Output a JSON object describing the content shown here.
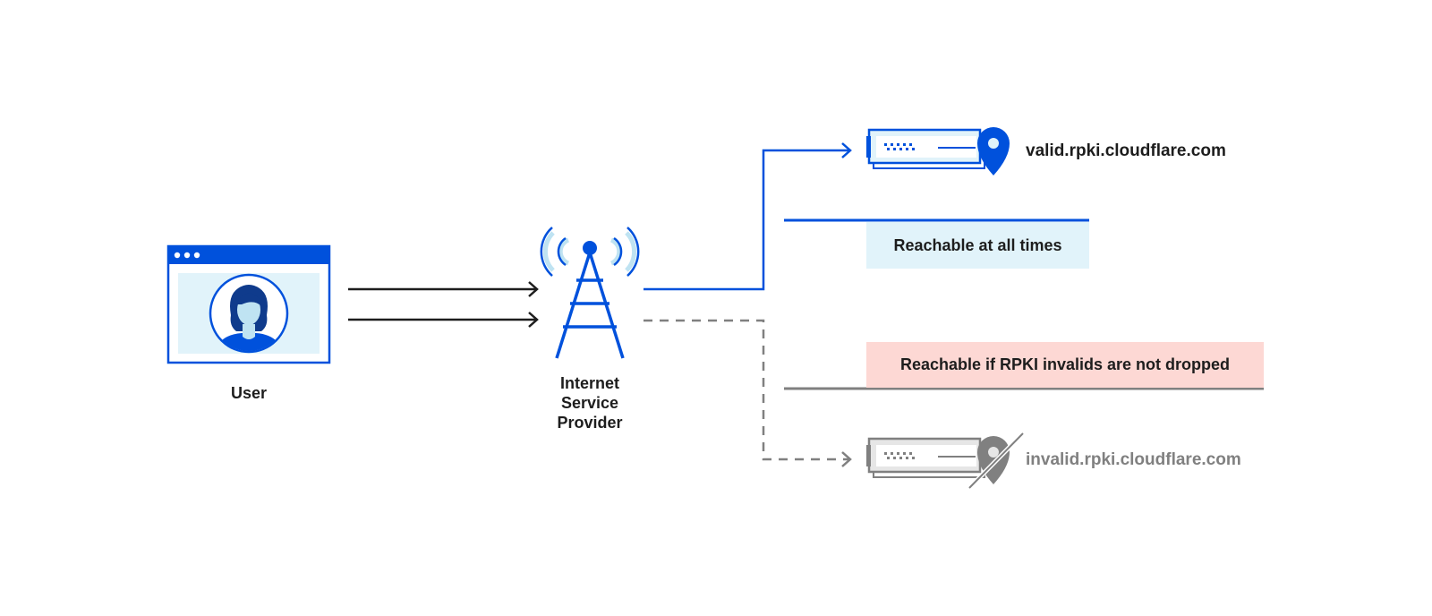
{
  "colors": {
    "blue": "#0051dc",
    "light_blue": "#e1f3fa",
    "pale_blue": "#bfe3f2",
    "navy": "#0f3b8c",
    "gray": "#808080",
    "light_gray": "#e6e6e6",
    "pink": "#fdd8d4",
    "black": "#1d1d1d"
  },
  "nodes": {
    "user": {
      "label": "User",
      "icon": "browser-user-icon"
    },
    "isp": {
      "label_lines": [
        "Internet",
        "Service",
        "Provider"
      ],
      "icon": "cell-tower-icon"
    },
    "valid_site": {
      "label": "valid.rpki.cloudflare.com",
      "icon": "server-location-pin-icon"
    },
    "invalid_site": {
      "label": "invalid.rpki.cloudflare.com",
      "icon": "server-location-pin-crossed-icon"
    }
  },
  "badges": {
    "valid": "Reachable at all times",
    "invalid": "Reachable if RPKI invalids are not dropped"
  },
  "edges": [
    {
      "from": "user",
      "to": "isp",
      "style": "solid",
      "color": "black",
      "count": 2
    },
    {
      "from": "isp",
      "to": "valid_site",
      "style": "solid",
      "color": "blue"
    },
    {
      "from": "isp",
      "to": "invalid_site",
      "style": "dashed",
      "color": "gray"
    }
  ]
}
